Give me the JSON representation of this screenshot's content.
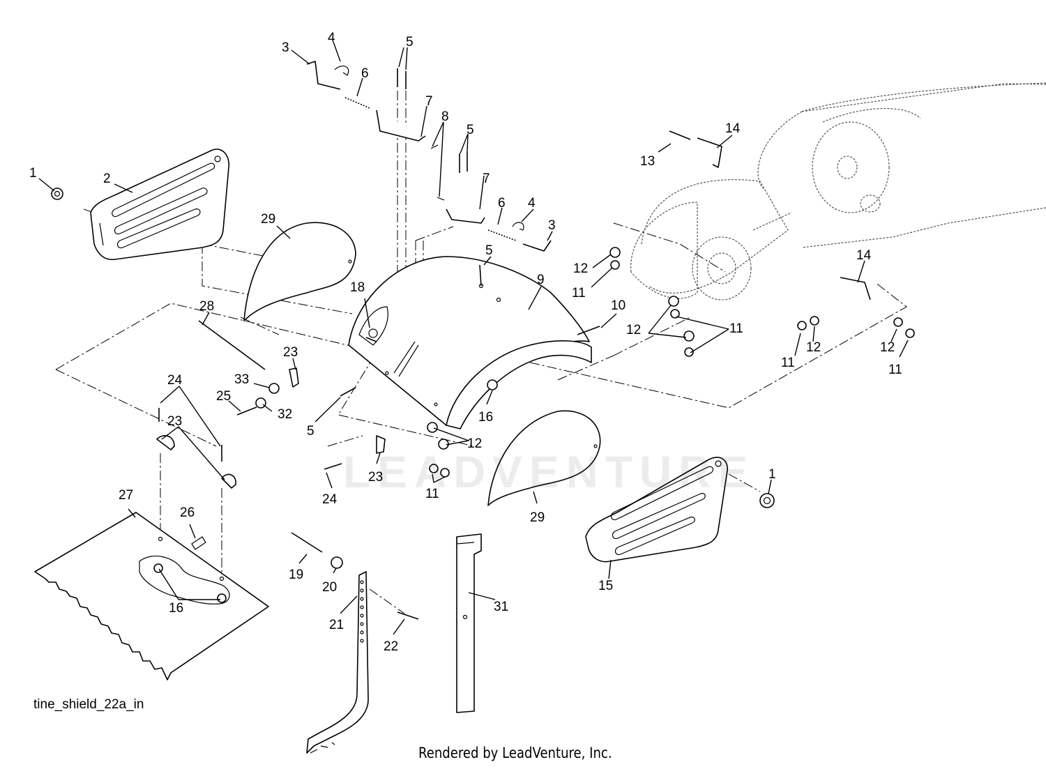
{
  "figure": {
    "id_label": "tine_shield_22a_in",
    "credit": "Rendered by LeadVenture, Inc.",
    "watermark": "LEADVENTURE"
  },
  "callouts": [
    "1",
    "2",
    "3",
    "4",
    "5",
    "6",
    "7",
    "8",
    "5",
    "7",
    "6",
    "4",
    "3",
    "13",
    "14",
    "29",
    "5",
    "18",
    "9",
    "12",
    "11",
    "10",
    "14",
    "12",
    "11",
    "11",
    "12",
    "12",
    "11",
    "28",
    "23",
    "24",
    "33",
    "25",
    "32",
    "5",
    "23",
    "16",
    "12",
    "23",
    "24",
    "11",
    "29",
    "1",
    "27",
    "26",
    "19",
    "20",
    "16",
    "21",
    "22",
    "31",
    "15"
  ]
}
